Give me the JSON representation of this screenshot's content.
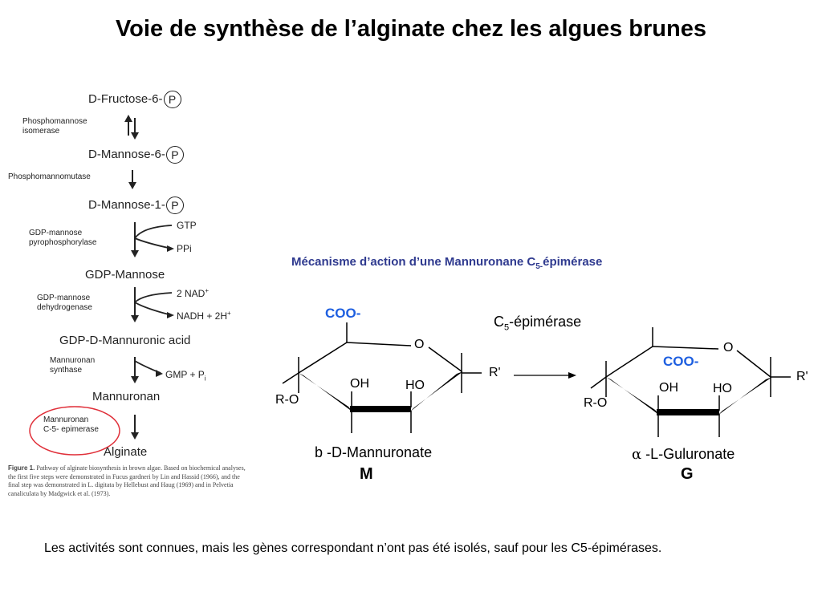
{
  "title": "Voie de synthèse de l’alginate chez les algues brunes",
  "pathway": {
    "p_label": "P",
    "compounds": {
      "fructose": "D-Fructose-6-",
      "mannose6": "D-Mannose-6-",
      "mannose1": "D-Mannose-1-",
      "gdp_mannose": "GDP-Mannose",
      "gdp_mannuronic": "GDP-D-Mannuronic acid",
      "mannuronan": "Mannuronan",
      "alginate": "Alginate"
    },
    "enzymes": {
      "isomerase": [
        "Phosphomannose",
        "isomerase"
      ],
      "mutase": "Phosphomannomutase",
      "pyrophosphorylase": [
        "GDP-mannose",
        "pyrophosphorylase"
      ],
      "dehydrogenase": [
        "GDP-mannose",
        "dehydrogenase"
      ],
      "synthase": [
        "Mannuronan",
        "synthase"
      ],
      "epimerase": [
        "Mannuronan",
        "C-5- epimerase"
      ]
    },
    "cofactors": {
      "gtp": "GTP",
      "ppi": "PPi",
      "nad": "2 NAD",
      "nad_sup": "+",
      "nadh": "NADH + 2H",
      "nadh_sup": "+",
      "gmp": "GMP + P",
      "gmp_sub": "i"
    },
    "caption": {
      "figure": "Figure 1.",
      "text": "Pathway of alginate biosynthesis in brown algae. Based on biochemical analyses, the first five steps were demonstrated in Fucus gardneri by Lin and Hassid (1966), and the final step was demonstrated in L. digitata by Hellebust and Haug (1969) and in Pelvetia canaliculata by Madgwick et al. (1973)."
    }
  },
  "mechanism": {
    "title_main": "Mécanisme d’action d’une Mannuronane  C",
    "title_sub": "5-",
    "title_end": "épimérase",
    "enzyme_main": "C",
    "enzyme_sub": "5",
    "enzyme_end": "-épimérase",
    "left": {
      "coo": "COO-",
      "o": "O",
      "oh": "OH",
      "ho": "HO",
      "ro": "R-O",
      "r": "R'",
      "name": "b -D-Mannuronate",
      "letter": "M"
    },
    "right": {
      "coo": "COO-",
      "o": "O",
      "oh": "OH",
      "ho": "HO",
      "ro": "R-O",
      "r": "R'",
      "alpha": "α",
      "name": " -L-Guluronate",
      "letter": "G"
    }
  },
  "bottom_text": "Les activités sont connues, mais les gènes correspondant n’ont pas été isolés, sauf pour les C5-épimérases."
}
